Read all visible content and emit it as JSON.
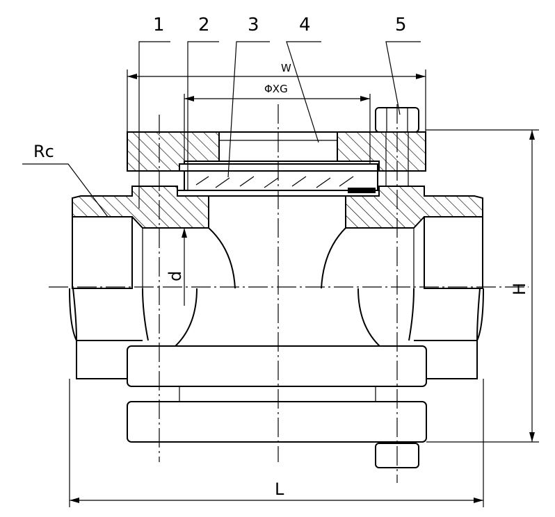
{
  "callouts": [
    "1",
    "2",
    "3",
    "4",
    "5"
  ],
  "dimensions": {
    "width": "W",
    "glass_diameter": "ΦXG",
    "thread": "Rc",
    "bore": "d",
    "height": "H",
    "length": "L"
  }
}
